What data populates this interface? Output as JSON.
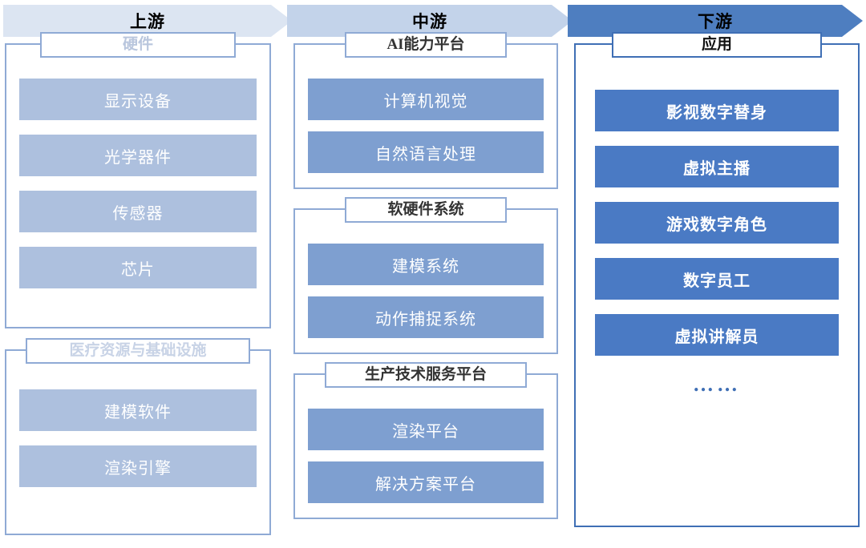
{
  "banners": [
    {
      "label": "上游",
      "color": "#dce5f2"
    },
    {
      "label": "中游",
      "color": "#c3d3ea"
    },
    {
      "label": "下游",
      "color": "#4e7ec0"
    }
  ],
  "columns": {
    "upstream": {
      "groups": [
        {
          "title": "硬件",
          "items": [
            "显示设备",
            "光学器件",
            "传感器",
            "芯片"
          ]
        },
        {
          "title": "医疗资源与基础设施",
          "items": [
            "建模软件",
            "渲染引擎"
          ]
        }
      ]
    },
    "midstream": {
      "groups": [
        {
          "title": "AI能力平台",
          "items": [
            "计算机视觉",
            "自然语言处理"
          ]
        },
        {
          "title": "软硬件系统",
          "items": [
            "建模系统",
            "动作捕捉系统"
          ]
        },
        {
          "title": "生产技术服务平台",
          "items": [
            "渲染平台",
            "解决方案平台"
          ]
        }
      ]
    },
    "downstream": {
      "groups": [
        {
          "title": "应用",
          "items": [
            "影视数字替身",
            "虚拟主播",
            "游戏数字角色",
            "数字员工",
            "虚拟讲解员",
            "……"
          ]
        }
      ]
    }
  }
}
